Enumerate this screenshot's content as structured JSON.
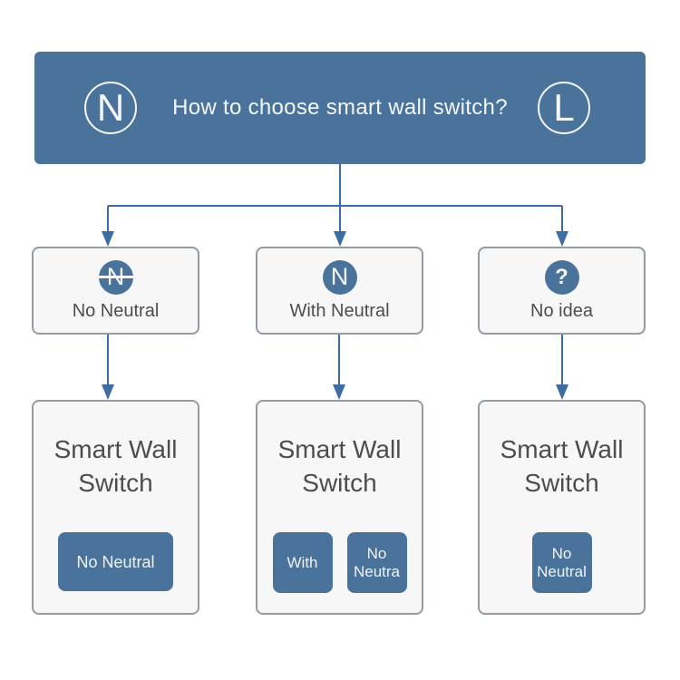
{
  "header": {
    "title": "How to choose smart wall switch?",
    "left_icon": "N",
    "right_icon": "L"
  },
  "branches": [
    {
      "icon": "N",
      "icon_strike": true,
      "label": "No Neutral"
    },
    {
      "icon": "N",
      "icon_strike": false,
      "label": "With Neutral"
    },
    {
      "icon": "?",
      "icon_strike": false,
      "label": "No idea"
    }
  ],
  "results": [
    {
      "title": "Smart Wall Switch",
      "buttons": [
        "No Neutral"
      ]
    },
    {
      "title": "Smart Wall Switch",
      "buttons": [
        "With",
        "No Neutra"
      ]
    },
    {
      "title": "Smart Wall Switch",
      "buttons": [
        "No Neutral"
      ]
    }
  ],
  "colors": {
    "accent": "#4a739c",
    "arrow": "#3e6da3",
    "box_fill": "#f7f7f8",
    "box_border": "#939ba3",
    "text": "#4d4d4d"
  }
}
